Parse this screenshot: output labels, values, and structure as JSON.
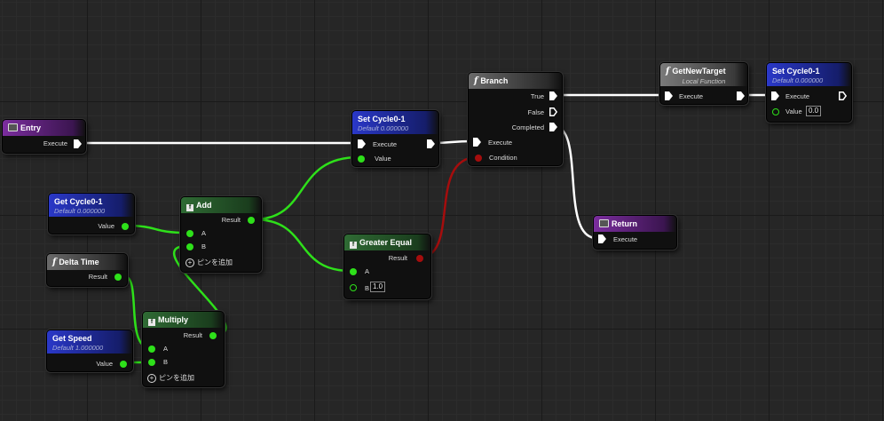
{
  "nodes": {
    "entry": {
      "title": "Entry",
      "execute": "Execute"
    },
    "set_cycle_a": {
      "title": "Set Cycle0-1",
      "subtitle": "Default 0.000000",
      "execute": "Execute",
      "value": "Value"
    },
    "branch": {
      "title": "Branch",
      "true_label": "True",
      "false_label": "False",
      "completed_label": "Completed",
      "execute": "Execute",
      "condition": "Condition"
    },
    "get_new_target": {
      "title": "GetNewTarget",
      "subtitle": "Local Function",
      "execute": "Execute"
    },
    "set_cycle_b": {
      "title": "Set Cycle0-1",
      "subtitle": "Default 0.000000",
      "execute": "Execute",
      "value_label": "Value",
      "value": "0.0"
    },
    "get_cycle": {
      "title": "Get Cycle0-1",
      "subtitle": "Default 0.000000",
      "value": "Value"
    },
    "add": {
      "title": "Add",
      "result": "Result",
      "a": "A",
      "b": "B",
      "add_pin": "ピンを追加"
    },
    "greater_equal": {
      "title": "Greater Equal",
      "result": "Result",
      "a": "A",
      "b": "B",
      "b_value": "1.0"
    },
    "return": {
      "title": "Return",
      "execute": "Execute"
    },
    "delta_time": {
      "title": "Delta Time",
      "result": "Result"
    },
    "get_speed": {
      "title": "Get Speed",
      "subtitle": "Default 1.000000",
      "value": "Value"
    },
    "multiply": {
      "title": "Multiply",
      "result": "Result",
      "a": "A",
      "b": "B",
      "add_pin": "ピンを追加"
    }
  },
  "colors": {
    "canvas": "#262626",
    "exec_wire": "#ffffff",
    "float_wire": "#2ee01a",
    "bool_wire": "#a50d0d",
    "event_header": "#7b2d9e",
    "variable_header": "#2a38c8",
    "function_header": "#7a7a7a",
    "pure_header": "#2f6b34"
  },
  "icons": {
    "function": "function-f-icon",
    "event": "event-box-icon",
    "pure": "pure-function-icon",
    "exec_pin": "exec-arrow-icon",
    "data_pin": "data-circle-icon",
    "add_pin": "plus-circle-icon"
  }
}
